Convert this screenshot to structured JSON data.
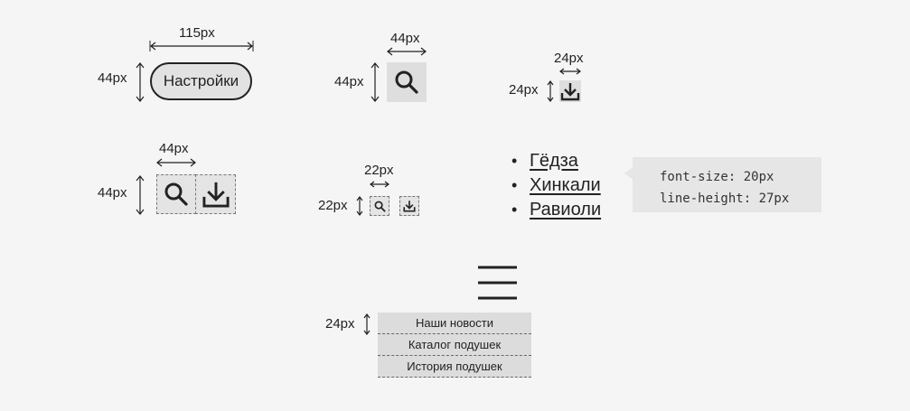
{
  "example1": {
    "width_label": "115px",
    "height_label": "44px",
    "button_label": "Настройки"
  },
  "example2": {
    "width_label": "44px",
    "height_label": "44px"
  },
  "example3": {
    "width_label": "24px",
    "height_label": "24px"
  },
  "example4": {
    "width_label": "44px",
    "height_label": "44px"
  },
  "example5": {
    "width_label": "22px",
    "height_label": "22px"
  },
  "list": {
    "items": [
      "Гёдза",
      "Хинкали",
      "Равиоли"
    ]
  },
  "code": {
    "line1": "font-size: 20px",
    "line2": "line-height: 27px"
  },
  "menu": {
    "height_label": "24px",
    "items": [
      "Наши новости",
      "Каталог подушек",
      "История подушек"
    ]
  }
}
